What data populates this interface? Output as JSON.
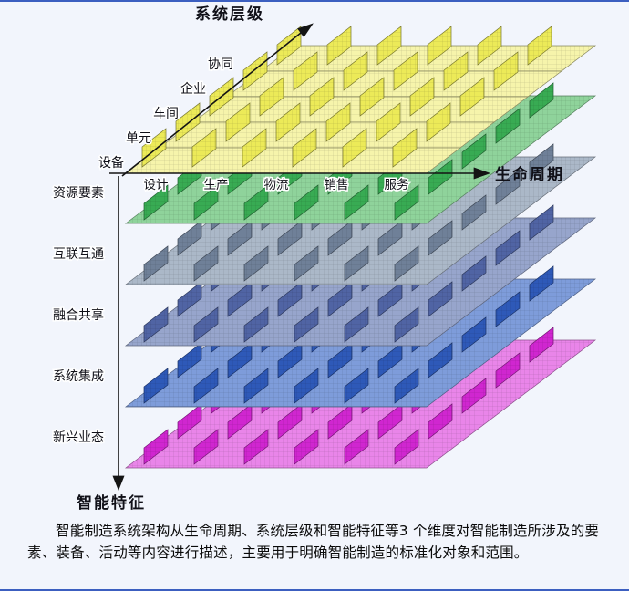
{
  "page": {
    "background": "#f2f5fc",
    "border_rule_color": "#3c5fc0"
  },
  "diagram": {
    "axes": {
      "system_level": {
        "label": "系统层级",
        "levels": [
          "设备",
          "单元",
          "车间",
          "企业",
          "协同"
        ]
      },
      "lifecycle": {
        "label": "生命周期",
        "stages": [
          "设计",
          "生产",
          "物流",
          "销售",
          "服务"
        ]
      },
      "intelligent_feature": {
        "label": "智能特征",
        "features": [
          "资源要素",
          "互联互通",
          "融合共享",
          "系统集成",
          "新兴业态"
        ]
      }
    },
    "palette": {
      "axis_line": "#141414",
      "label_color": "#101018",
      "system": {
        "fin": "#ecea58",
        "plane": "#f6f4ab"
      },
      "features": [
        {
          "name": "资源要素",
          "fin": "#38ab53",
          "plane": "#8fd39b"
        },
        {
          "name": "互联互通",
          "fin": "#6f8098",
          "plane": "#abb8c8"
        },
        {
          "name": "融合共享",
          "fin": "#5064a4",
          "plane": "#97a5cc"
        },
        {
          "name": "系统集成",
          "fin": "#2e59b8",
          "plane": "#7e9cda"
        },
        {
          "name": "新兴业态",
          "fin": "#d026d0",
          "plane": "#e985e9"
        }
      ]
    }
  },
  "caption": {
    "text": "智能制造系统架构从生命周期、系统层级和智能特征等3 个维度对智能制造所涉及的要素、装备、活动等内容进行描述，主要用于明确智能制造的标准化对象和范围。"
  }
}
